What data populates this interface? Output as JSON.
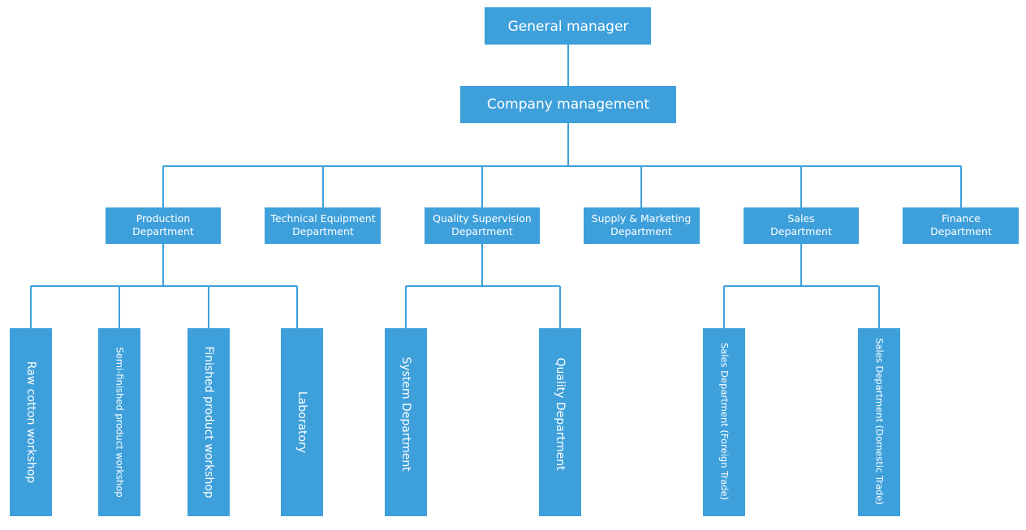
{
  "top": {
    "general_manager": "General manager",
    "company_management": "Company management"
  },
  "departments": [
    {
      "line1": "Production",
      "line2": "Department"
    },
    {
      "line1": "Technical Equipment",
      "line2": "Department"
    },
    {
      "line1": "Quality Supervision",
      "line2": "Department"
    },
    {
      "line1": "Supply & Marketing",
      "line2": "Department"
    },
    {
      "line1": "Sales",
      "line2": "Department"
    },
    {
      "line1": "Finance",
      "line2": "Department"
    }
  ],
  "sub_units": [
    {
      "label": "Raw cotton workshop",
      "parent": "Production"
    },
    {
      "label": "Semi-finished product workshop",
      "parent": "Production"
    },
    {
      "label": "Finished product workshop",
      "parent": "Production"
    },
    {
      "label": "Laboratory",
      "parent": "Production"
    },
    {
      "label": "System Department",
      "parent": "Quality Supervision"
    },
    {
      "label": "Quality Department",
      "parent": "Quality Supervision"
    },
    {
      "label": "Sales Department (Foreign Trade)",
      "parent": "Sales"
    },
    {
      "label": "Sales Department (Domestic Trade)",
      "parent": "Sales"
    }
  ],
  "colors": {
    "box": "#3ea0db",
    "text": "#ffffff",
    "connector": "#3ea0db"
  }
}
